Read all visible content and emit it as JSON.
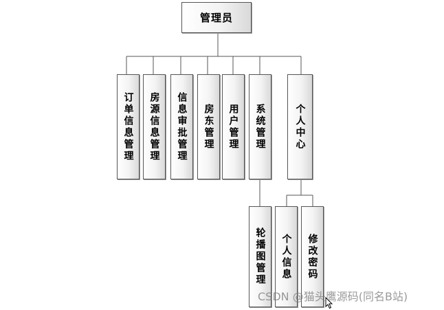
{
  "root": {
    "label": "管理员"
  },
  "modules": [
    {
      "label": "订单信息管理"
    },
    {
      "label": "房源信息管理"
    },
    {
      "label": "信息审批管理"
    },
    {
      "label": "房东管理"
    },
    {
      "label": "用户管理"
    },
    {
      "label": "系统管理"
    },
    {
      "label": "个人中心"
    }
  ],
  "system_children": [
    {
      "label": "轮播图管理"
    }
  ],
  "personal_children": [
    {
      "label": "个人信息"
    },
    {
      "label": "修改密码"
    }
  ],
  "watermark": "CSDN @猫头鹰源码(同名B站)",
  "colors": {
    "box_border": "#555555",
    "connector": "#555555",
    "watermark": "#787878"
  }
}
